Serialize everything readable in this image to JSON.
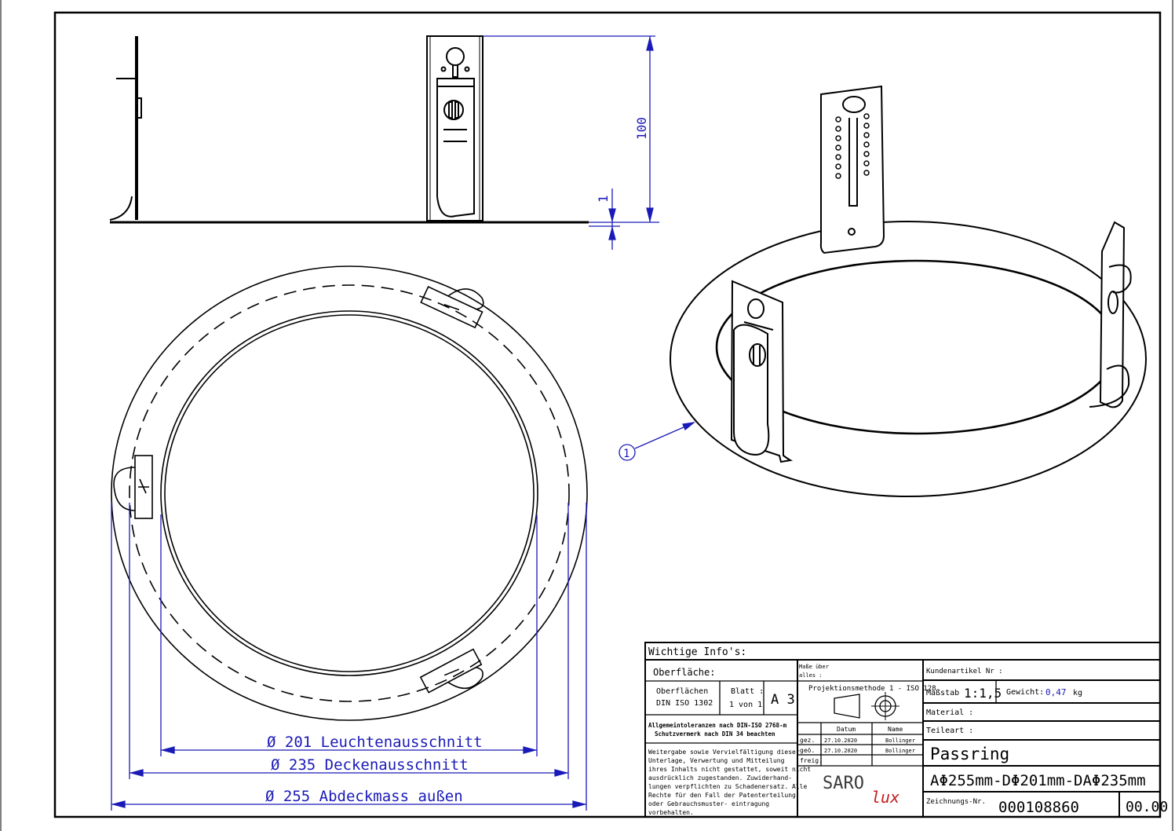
{
  "dimensions": {
    "height_top": "100",
    "thickness": "1",
    "d201": "Ø 201  Leuchtenausschnitt",
    "d235": "Ø 235  Deckenausschnitt",
    "d255": "Ø 255  Abdeckmass außen"
  },
  "callout": {
    "item": "1"
  },
  "title_block": {
    "info_header": "Wichtige Info's:",
    "surface_label": "Oberfläche:",
    "surfaces_line1": "Oberflächen",
    "surfaces_line2": "DIN ISO 1302",
    "sheet_label": "Blatt :",
    "sheet_value": "1 von 1",
    "format": "A 3",
    "dims_over": "Maße über",
    "dims_alles": "alles :",
    "projection": "Projektionsmethode 1 - ISO 128",
    "tolerances": "Allgemeintoleranzen nach DIN-ISO 2768-m",
    "protection": "Schutzvermerk nach  DIN 34 beachten",
    "legal": [
      "Weitergabe sowie Vervielfältigung dieser",
      "Unterlage, Verwertung und Mitteilung",
      "ihres Inhalts nicht gestattet, soweit nicht",
      "ausdrücklich zugestanden. Zuwiderhand-",
      "lungen verpflichten zu Schadenersatz. Alle",
      "Rechte für den Fall der Patenterteilung",
      "oder Gebrauchsmuster- eintragung",
      "vorbehalten."
    ],
    "col_datum": "Datum",
    "col_name": "Name",
    "row_gez": "gez.",
    "row_gepr": "geö.",
    "row_freig": "freig.",
    "gez_date": "27.10.2020",
    "gez_name": "Bollinger",
    "gepr_date": "27.10.2020",
    "gepr_name": "Bollinger",
    "logo_saro": "SARO",
    "logo_lux": "lux",
    "customer_no": "Kundenartikel Nr :",
    "scale_label": "Maßstab",
    "scale_value": "1:1,5",
    "weight_label": "Gewicht:",
    "weight_value": "0,47",
    "weight_unit": "kg",
    "material_label": "Material :",
    "part_label": "Teileart :",
    "part_name": "Passring",
    "spec": "AΦ255mm-DΦ201mm-DAΦ235mm",
    "drawing_no_label": "Zeichnungs-Nr.",
    "drawing_no": "000108860",
    "revision": "00.00"
  },
  "colors": {
    "dimension": "#1a1ab8",
    "line": "#000000",
    "weight": "#1a1ab8"
  }
}
